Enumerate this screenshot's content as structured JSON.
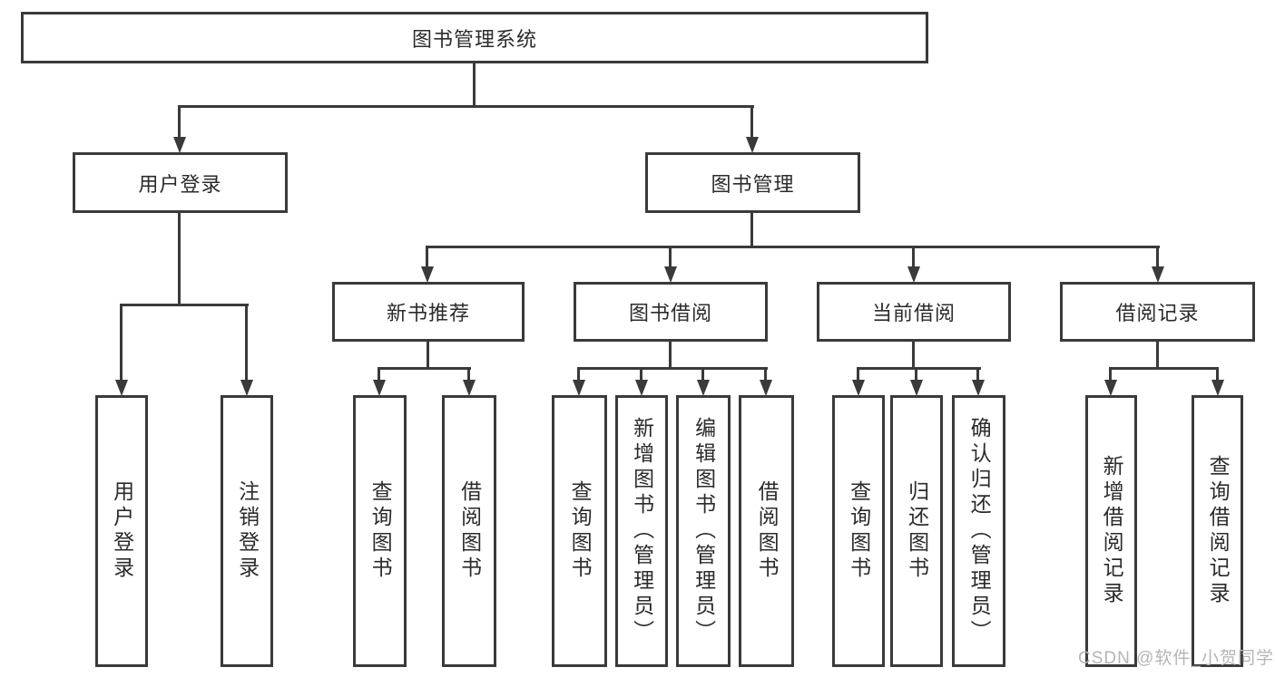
{
  "diagram": {
    "root": {
      "label": "图书管理系统"
    },
    "branches": [
      {
        "label": "用户登录",
        "children": [
          {
            "label": "用户登录"
          },
          {
            "label": "注销登录"
          }
        ]
      },
      {
        "label": "图书管理",
        "children": [
          {
            "label": "新书推荐",
            "children": [
              {
                "label": "查询图书"
              },
              {
                "label": "借阅图书"
              }
            ]
          },
          {
            "label": "图书借阅",
            "children": [
              {
                "label": "查询图书"
              },
              {
                "label": "新增图书（管理员）"
              },
              {
                "label": "编辑图书（管理员）"
              },
              {
                "label": "借阅图书"
              }
            ]
          },
          {
            "label": "当前借阅",
            "children": [
              {
                "label": "查询图书"
              },
              {
                "label": "归还图书"
              },
              {
                "label": "确认归还（管理员）"
              }
            ]
          },
          {
            "label": "借阅记录",
            "children": [
              {
                "label": "新增借阅记录"
              },
              {
                "label": "查询借阅记录"
              }
            ]
          }
        ]
      }
    ]
  },
  "watermark": {
    "text": "CSDN @软件_小贺同学"
  },
  "colors": {
    "line": "#3a3a3a",
    "text": "#2b2b2b",
    "background": "#ffffff",
    "watermark": "#b5b5b5"
  }
}
